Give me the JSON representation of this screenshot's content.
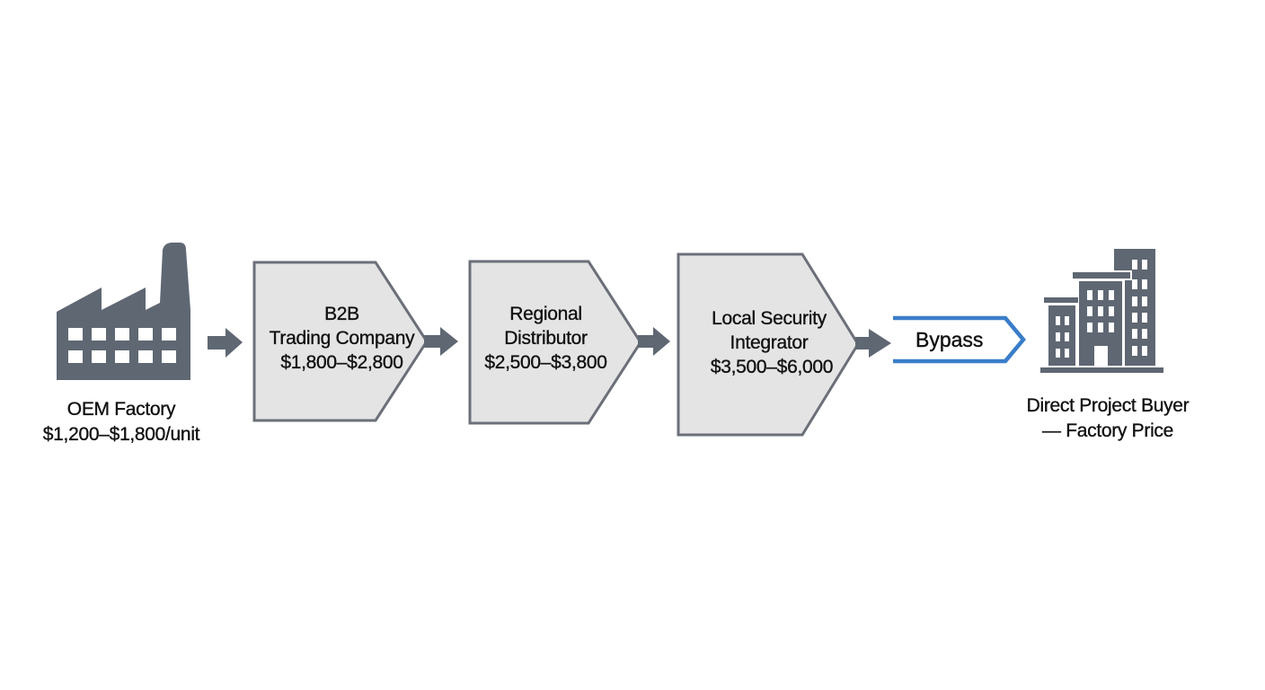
{
  "diagram": {
    "title": "",
    "colors": {
      "icon": "#5f6773",
      "box_fill": "#e4e4e5",
      "box_stroke": "#6b6f78",
      "arrow": "#5f6773",
      "bypass": "#3a7dc9",
      "text": "#111111",
      "background": "#ffffff"
    },
    "source": {
      "icon": "factory-icon",
      "name": "OEM Factory",
      "price": "$1,200–$1,800/unit"
    },
    "stages": [
      {
        "line1": "B2B",
        "line2": "Trading Company",
        "price": "$1,800–$2,800"
      },
      {
        "line1": "Regional",
        "line2": "Distributor",
        "price": "$2,500–$3,800"
      },
      {
        "line1": "Local Security",
        "line2": "Integrator",
        "price": "$3,500–$6,000"
      }
    ],
    "bypass": {
      "label": "Bypass"
    },
    "destination": {
      "icon": "office-buildings-icon",
      "line1": "Direct Project Buyer",
      "line2": "— Factory Price"
    }
  }
}
